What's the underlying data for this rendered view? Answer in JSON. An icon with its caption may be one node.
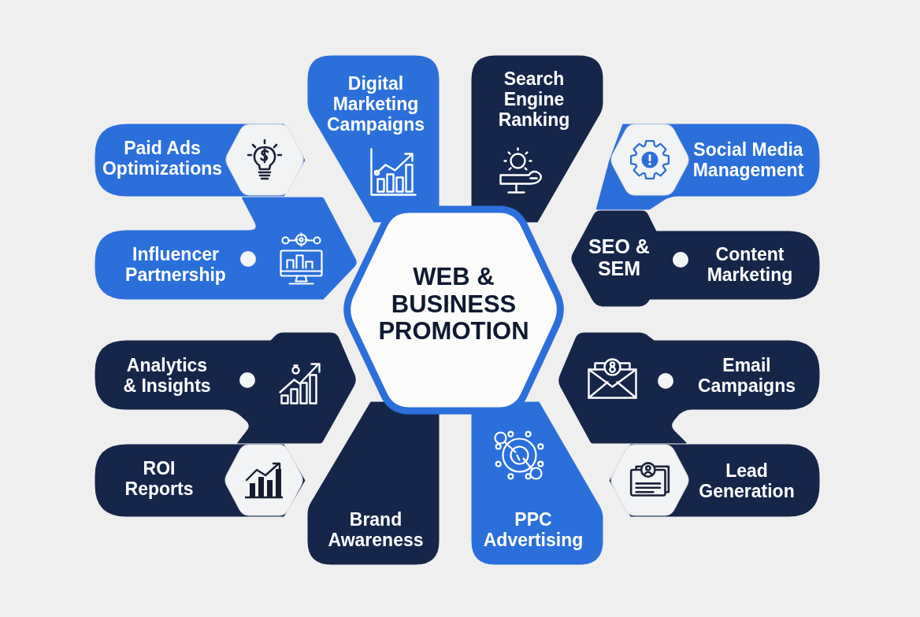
{
  "diagram": {
    "nodes": [
      {
        "text": [
          "WEB & BUSINESS PROMOTION"
        ]
      },
      {
        "text": [
          "Digital Marketing Campaigns"
        ]
      },
      {
        "text": [
          "Search Engine Ranking"
        ]
      },
      {
        "text": [
          "Paid Ads Optimizations"
        ]
      },
      {
        "text": [
          "Social Media Management"
        ]
      },
      {
        "text": [
          "Influencer Partnership"
        ]
      },
      {
        "text": [
          "SEO & SEM"
        ]
      },
      {
        "text": [
          "Content Marketing"
        ]
      },
      {
        "text": [
          "Analytics & Insights"
        ]
      },
      {
        "text": [
          "Email Campaigns"
        ]
      },
      {
        "text": [
          "ROI Reports"
        ]
      },
      {
        "text": [
          "Lead Generation"
        ]
      },
      {
        "text": [
          "Brand Awareness"
        ]
      },
      {
        "text": [
          "PPC Advertising"
        ]
      }
    ]
  }
}
